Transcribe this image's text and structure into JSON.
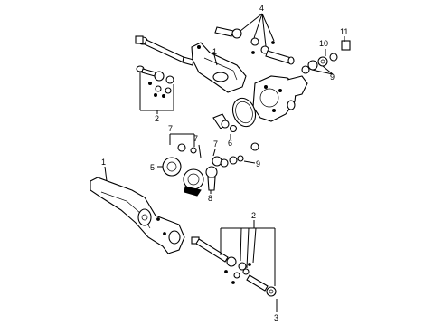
{
  "callouts": {
    "c1a": "1",
    "c1b": "1",
    "c2a": "2",
    "c2b": "2",
    "c3": "3",
    "c4": "4",
    "c5": "5",
    "c6": "6",
    "c7a": "7",
    "c7b": "7",
    "c7c": "7",
    "c8": "8",
    "c9a": "9",
    "c9b": "9",
    "c10": "10",
    "c11": "11"
  },
  "colors": {
    "ink": "#000000",
    "paper": "#ffffff"
  }
}
